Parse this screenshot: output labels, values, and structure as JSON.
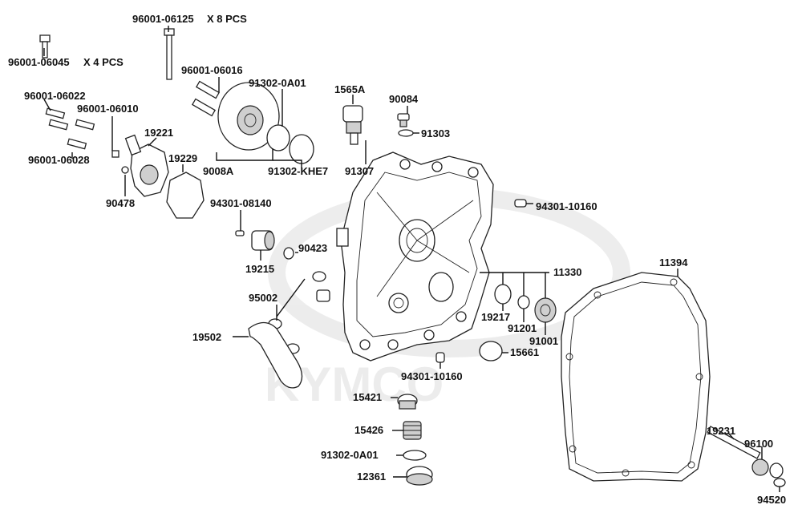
{
  "watermark": {
    "text": "KYMCO"
  },
  "labels": {
    "p96001_06125": "96001-06125",
    "p96001_06125_qty": "X 8 PCS",
    "p96001_06045": "96001-06045",
    "p96001_06045_qty": "X 4 PCS",
    "p96001_06016": "96001-06016",
    "p91302_0A01_top": "91302-0A01",
    "p1565A": "1565A",
    "p90084": "90084",
    "p96001_06022": "96001-06022",
    "p96001_06010": "96001-06010",
    "p19221": "19221",
    "p91303": "91303",
    "p19229": "19229",
    "p96001_06028": "96001-06028",
    "p9008A": "9008A",
    "p91302_KHE7": "91302-KHE7",
    "p91307": "91307",
    "p90478": "90478",
    "p94301_10160_top": "94301-10160",
    "p94301_08140": "94301-08140",
    "p90423": "90423",
    "p19215": "19215",
    "p11394": "11394",
    "p11330": "11330",
    "p95002": "95002",
    "p19217": "19217",
    "p91201": "91201",
    "p91001": "91001",
    "p19502": "19502",
    "p15661": "15661",
    "p94301_10160_bot": "94301-10160",
    "p15421": "15421",
    "p15426": "15426",
    "p19231": "19231",
    "p96100": "96100",
    "p91302_0A01_bot": "91302-0A01",
    "p12361": "12361",
    "p94520": "94520"
  }
}
